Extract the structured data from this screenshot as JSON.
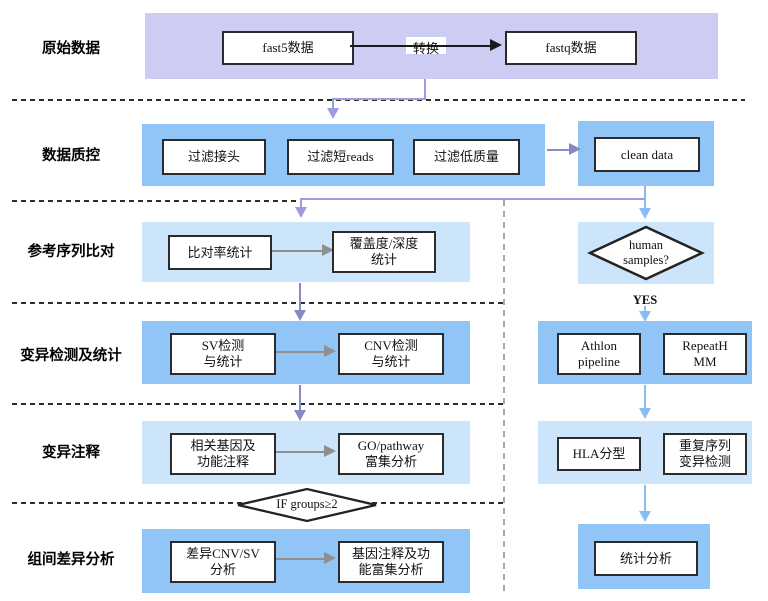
{
  "stages": {
    "s1": "原始数据",
    "s2": "数据质控",
    "s3": "参考序列比对",
    "s4": "变异检测及统计",
    "s5": "变异注释",
    "s6": "组间差异分析"
  },
  "row1": {
    "fast5": "fast5数据",
    "convert_label": "转换",
    "fastq": "fastq数据"
  },
  "row2": {
    "filter_adapter": "过滤接头",
    "filter_short": "过滤短reads",
    "filter_lowq": "过滤低质量",
    "clean": "clean data"
  },
  "row3": {
    "align_stat": "比对率统计",
    "coverage_stat": "覆盖度/深度\n统计"
  },
  "row4": {
    "sv": "SV检测\n与统计",
    "cnv": "CNV检测\n与统计"
  },
  "row5": {
    "gene_annot": "相关基因及\n功能注释",
    "go_pathway": "GO/pathway\n富集分析"
  },
  "row6": {
    "diff_cnv_sv": "差异CNV/SV\n分析",
    "gene_enrich": "基因注释及功\n能富集分析"
  },
  "decision_groups": "IF groups≥2",
  "right": {
    "human_diamond": "human\nsamples?",
    "yes": "YES",
    "athlon": "Athlon\npipeline",
    "repeathmm": "RepeatH\nMM",
    "hla": "HLA分型",
    "repeat_seq": "重复序列\n变异检测",
    "stats": "统计分析"
  },
  "colors": {
    "purple_band": "#cdcdf3",
    "medium_blue_band": "#90c5f5",
    "light_blue_band": "#cce5fa",
    "black_arrow": "#1a1a1a",
    "slate_arrow": "#8888c8",
    "lavender_arrow": "#9c9cdf",
    "blue_arrow": "#89bdf1",
    "gray_arrow": "#8f8f8f"
  }
}
